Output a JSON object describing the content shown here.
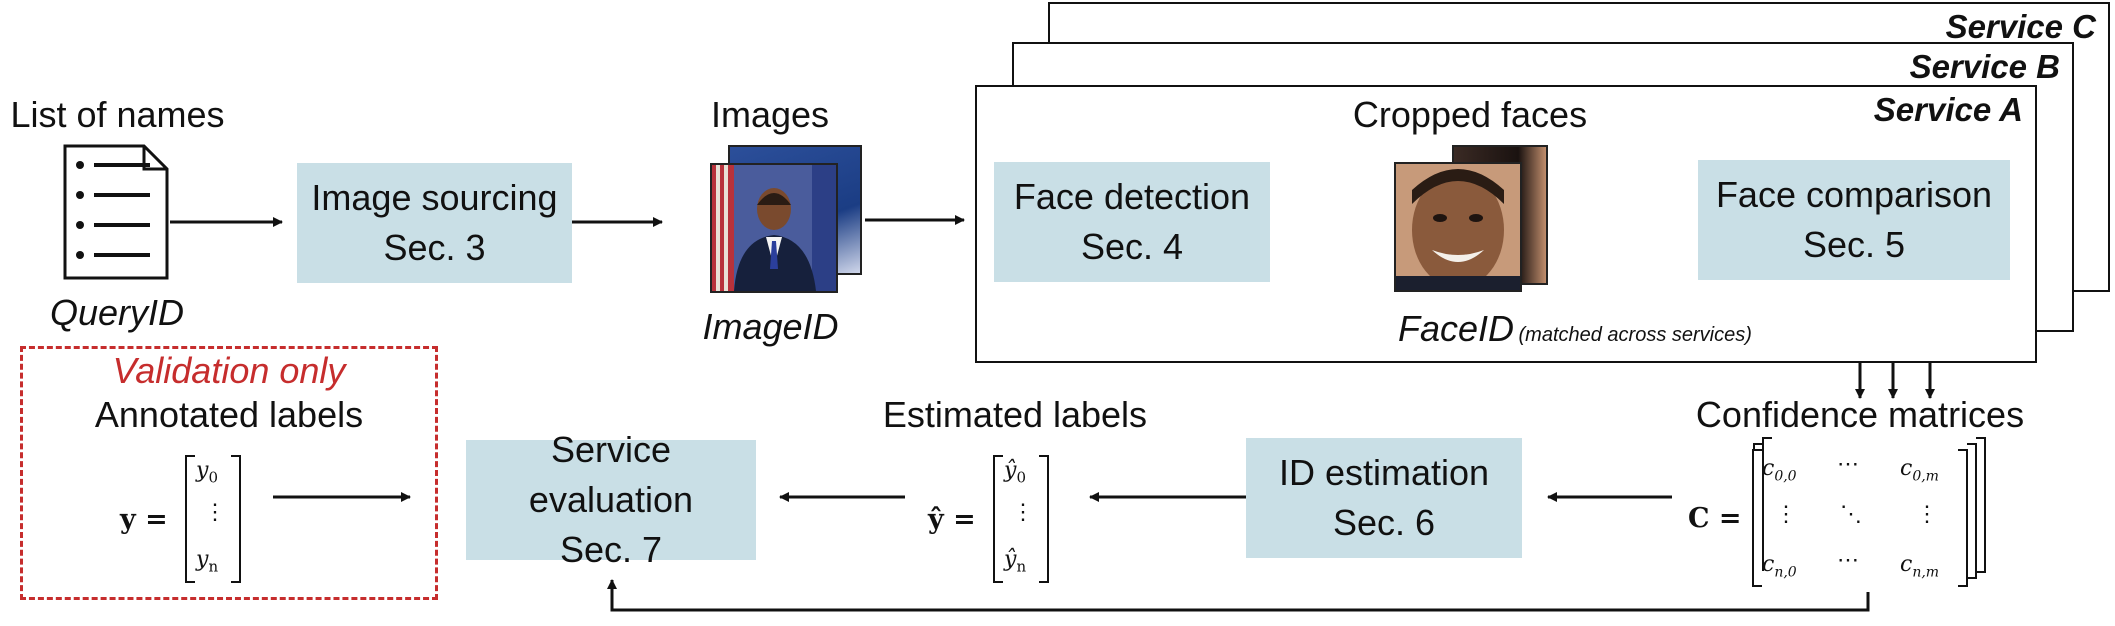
{
  "input": {
    "title": "List of names",
    "id_label": "QueryID",
    "icon": "list-document-icon"
  },
  "images": {
    "title": "Images",
    "id_label": "ImageID"
  },
  "services": {
    "names": [
      "Service C",
      "Service B",
      "Service A"
    ],
    "cropped_title": "Cropped faces",
    "face_id": "FaceID",
    "face_id_note": "(matched across services)"
  },
  "steps": {
    "image_sourcing": {
      "line1": "Image sourcing",
      "line2": "Sec. 3"
    },
    "face_detection": {
      "line1": "Face detection",
      "line2": "Sec. 4"
    },
    "face_comparison": {
      "line1": "Face comparison",
      "line2": "Sec. 5"
    },
    "id_estimation": {
      "line1": "ID estimation",
      "line2": "Sec. 6"
    },
    "service_evaluation": {
      "line1": "Service evaluation",
      "line2": "Sec. 7"
    }
  },
  "validation": {
    "title": "Validation only",
    "subtitle": "Annotated labels",
    "lhs": "y =",
    "top": "y",
    "top_sub": "0",
    "bottom": "y",
    "bottom_sub": "n",
    "dots": "⋮"
  },
  "estimated": {
    "title": "Estimated labels",
    "lhs": "ŷ =",
    "top": "ŷ",
    "top_sub": "0",
    "bottom": "ŷ",
    "bottom_sub": "n",
    "dots": "⋮"
  },
  "confidence": {
    "title": "Confidence matrices",
    "lhs": "C =",
    "c00": "c",
    "c00_sub": "0,0",
    "c0m": "c",
    "c0m_sub": "0,m",
    "cn0": "c",
    "cn0_sub": "n,0",
    "cnm": "c",
    "cnm_sub": "n,m",
    "hdots": "⋯",
    "vdots": "⋮",
    "ddots": "⋱"
  },
  "colors": {
    "step_fill": "#c9dfe6",
    "validation_red": "#c62d2d",
    "stroke": "#111111"
  }
}
